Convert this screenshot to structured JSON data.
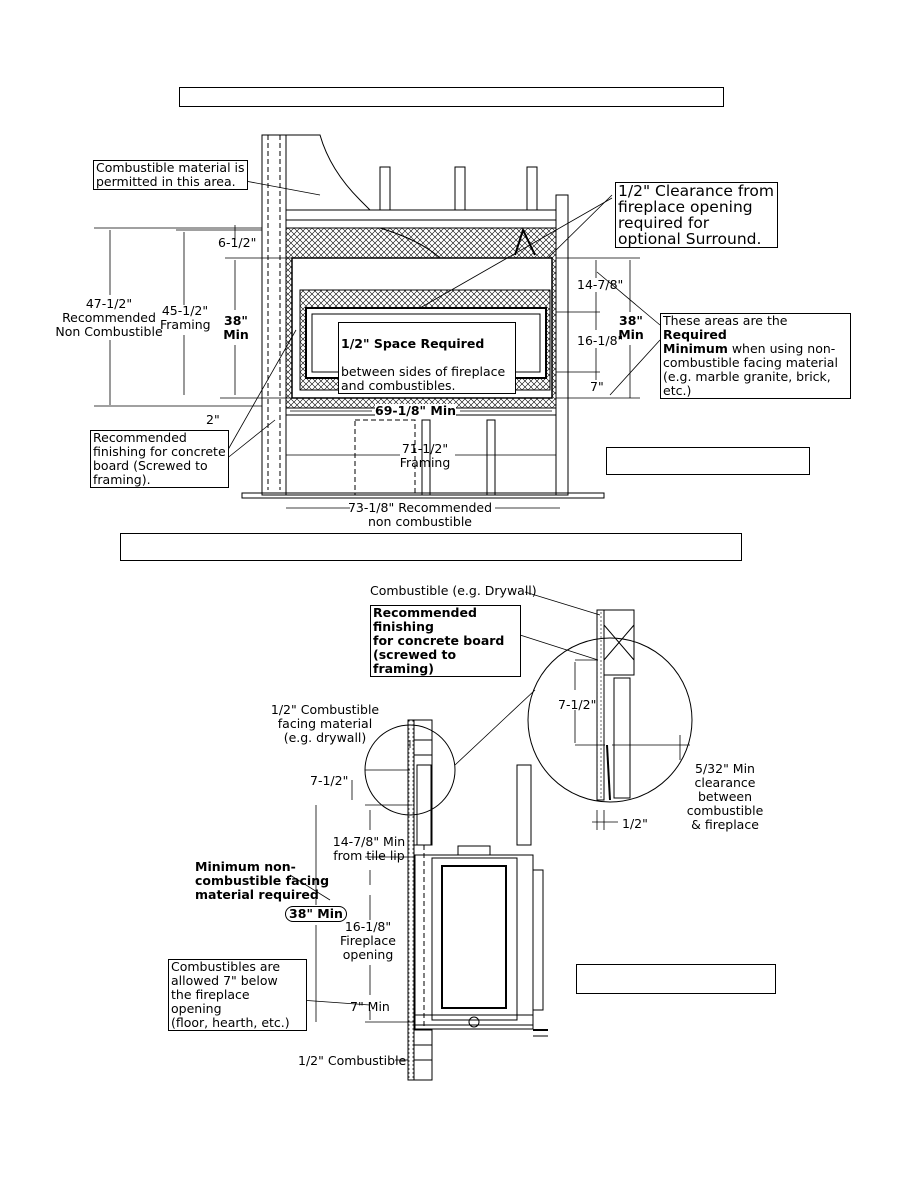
{
  "top_diagram": {
    "title_box_text": "",
    "caption_box_text": "",
    "side_box_text": "",
    "labels": {
      "combustible_note": "Combustible material is\npermitted in this area.",
      "clearance_note": "1/2\" Clearance from\nfireplace opening\nrequired for\noptional Surround.",
      "dim_6_1_2": "6-1/2\"",
      "dim_47_1_2": "47-1/2\"\nRecommended\nNon Combustible",
      "dim_45_1_2": "45-1/2\"\nFraming",
      "dim_38_left": "38\"\nMin",
      "dim_14_7_8": "14-7/8\"",
      "dim_16_1_8": "16-1/8\"",
      "dim_7": "7\"",
      "dim_38_right": "38\"\nMin",
      "space_required_bold": "1/2\" Space Required",
      "space_required_rest": "between sides of fireplace\nand combustibles.",
      "required_pre": "These areas are the ",
      "required_bold": "Required\nMinimum",
      "required_post": " when using non-\ncombustible facing material\n(e.g. marble granite, brick,\netc.)",
      "dim_2": "2\"",
      "dim_69_1_8": "69-1/8\" Min",
      "finishing_note": "Recommended\nfinishing for concrete\nboard (Screwed to\nframing).",
      "dim_71_1_2": "71-1/2\"\nFraming",
      "dim_73_1_8": "73-1/8\" Recommended\nnon combustible"
    }
  },
  "side_diagram": {
    "side_box_text": "",
    "labels": {
      "combustible_drywall": "Combustible (e.g. Drywall)",
      "recommended_finishing": "Recommended finishing\nfor concrete board\n(screwed to framing)",
      "detail_7_1_2": "7-1/2\"",
      "detail_5_32": "5/32\" Min\nclearance\nbetween\ncombustible\n& fireplace",
      "detail_1_2": "1/2\"",
      "half_inch_facing": "1/2\" Combustible\nfacing material\n(e.g. drywall)",
      "dim_7_1_2": "7-1/2\"",
      "dim_14_7_8_min": "14-7/8\" Min\nfrom tile lip",
      "min_noncomb": "Minimum non-\ncombustible facing\nmaterial required",
      "dim_38_min": "38\" Min",
      "dim_16_1_8": "16-1/8\"\nFireplace\nopening",
      "combustibles_allowed": "Combustibles are\nallowed 7\" below\nthe fireplace opening\n(floor, hearth, etc.)",
      "dim_7_min": "7\" Min",
      "half_inch_combustible": "1/2\" Combustible"
    }
  }
}
